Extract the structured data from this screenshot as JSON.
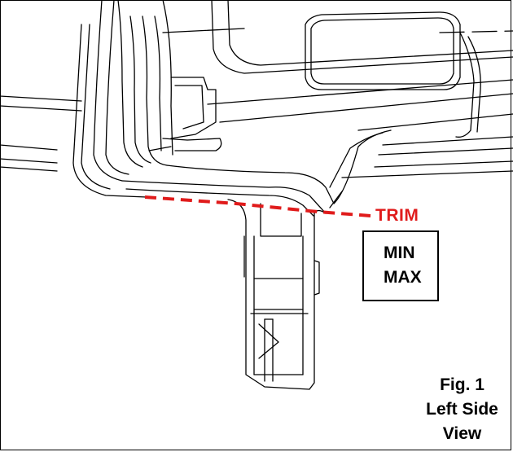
{
  "trim_label": "TRIM",
  "min_max": {
    "min": "MIN",
    "max": "MAX"
  },
  "caption": {
    "line1": "Fig. 1",
    "line2": "Left Side",
    "line3": "View"
  },
  "colors": {
    "trim_line": "#e01b1b",
    "outline": "#000000",
    "background": "#ffffff"
  }
}
